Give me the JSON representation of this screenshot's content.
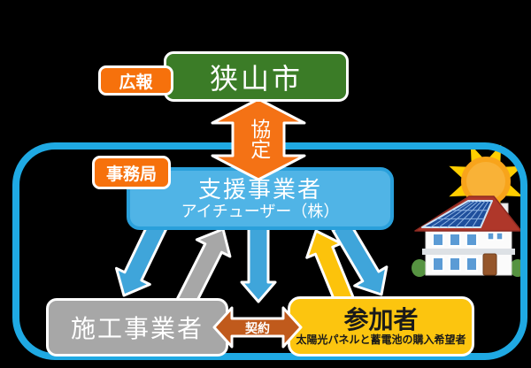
{
  "colors": {
    "background": "#000000",
    "frame_blue": "#1FA9E3",
    "city_green": "#3B7C27",
    "badge_orange": "#F6710C",
    "agreement_orange": "#F47215",
    "contract_rust": "#C05A1C",
    "support_fill": "#50B4E6",
    "support_border": "#2AA0DB",
    "blue_arrow": "#3FA5DA",
    "gray_arrow": "#A7A7A7",
    "yellow_arrow": "#FCC30B",
    "sun_body": "#F8A41B",
    "sun_rays": "#FFCE00",
    "roof_red": "#AF372A",
    "panel_blue": "#1F4F9C"
  },
  "nodes": {
    "city": {
      "label": "狭山市"
    },
    "pr_badge": {
      "label": "広報"
    },
    "agreement": {
      "label": "協定"
    },
    "secretariat_badge": {
      "label": "事務局"
    },
    "support_operator": {
      "title": "支援事業者",
      "subtitle": "アイチューザー（株）"
    },
    "installer": {
      "label": "施工事業者"
    },
    "contract": {
      "label": "契約"
    },
    "participant": {
      "title": "参加者",
      "subtitle": "太陽光パネルと蓄電池の購入希望者"
    }
  },
  "icons": {
    "sun": "sun-icon",
    "solar_house": "solar-house-icon"
  }
}
